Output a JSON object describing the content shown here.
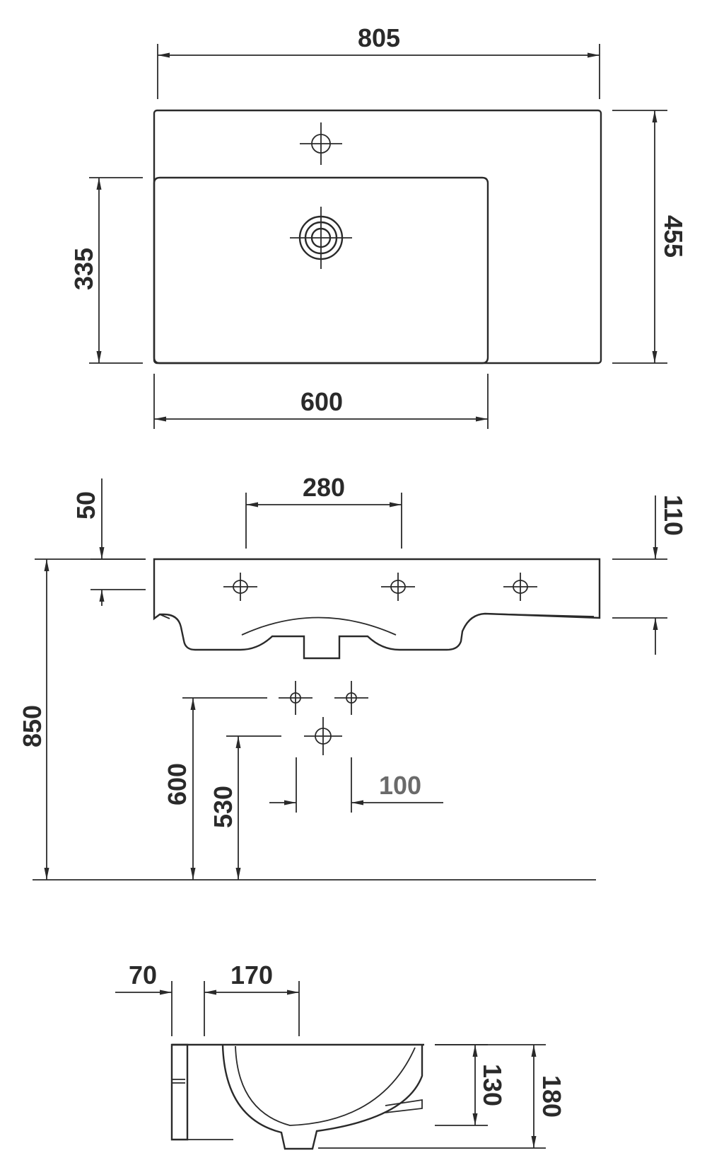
{
  "top_view": {
    "width_overall": "805",
    "depth_overall": "455",
    "basin_depth": "335",
    "basin_width": "600"
  },
  "front_view": {
    "tap_hole_spacing": "280",
    "tap_hole_offset": "50",
    "rim_height": "110",
    "mount_height": "850",
    "tap_height": "600",
    "waste_height": "530",
    "tap_spacing_small": "100"
  },
  "side_view": {
    "wall_thickness": "70",
    "bowl_offset": "170",
    "bowl_depth": "130",
    "total_height": "180"
  }
}
